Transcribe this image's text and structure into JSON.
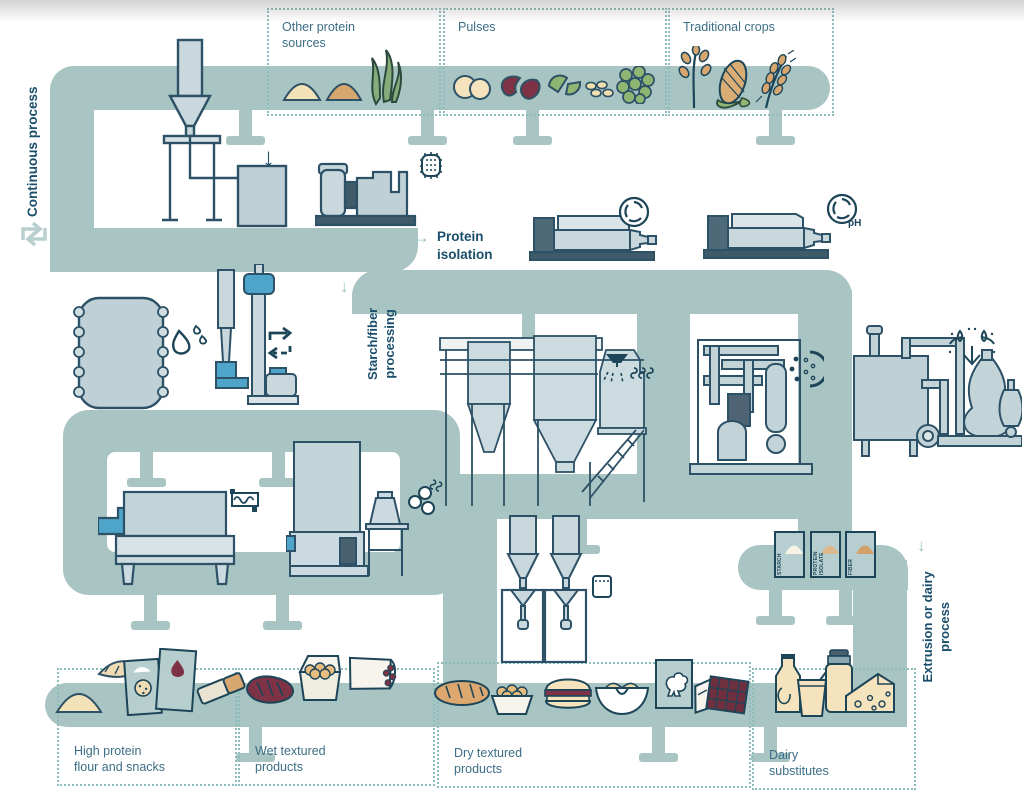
{
  "colors": {
    "belt": "#a8c5c3",
    "navy": "#2d5166",
    "process_navy": "#1a4e6b",
    "label_blue": "#3c6e86",
    "accent_blue": "#4fa5c9",
    "pale_arrow": "#9cc4c4",
    "cream": "#f3e2b8",
    "tan": "#d8a76f",
    "dark_red": "#7d3246",
    "green": "#8fb573",
    "dark_green": "#3e6b51"
  },
  "process_labels": {
    "continuous": "Continuous process",
    "protein_isolation": "Protein\nisolation",
    "starch_fiber": "Starch/fiber\nprocessing",
    "extrusion_dairy": "Extrusion or dairy\nprocess",
    "right_arrow": "→",
    "down_arrow": "↓",
    "ph": "pH"
  },
  "top_categories": [
    {
      "label": "Other protein\nsources",
      "icons": [
        "light-powder",
        "dark-powder",
        "seaweed"
      ]
    },
    {
      "label": "Pulses",
      "icons": [
        "chickpeas",
        "kidney-beans",
        "split-peas",
        "lentils",
        "green-peas"
      ]
    },
    {
      "label": "Traditional crops",
      "icons": [
        "grain-sprig",
        "corn-cob",
        "wheat-ear"
      ]
    }
  ],
  "bottom_categories": [
    {
      "label": "High protein\nflour and snacks",
      "icons": [
        "flour-pile",
        "pastry",
        "cookie-package",
        "powder-package",
        "snack-bar"
      ]
    },
    {
      "label": "Wet textured\nproducts",
      "icons": [
        "steak",
        "nugget-box",
        "wrap"
      ]
    },
    {
      "label": "Dry textured\nproducts",
      "icons": [
        "baguette",
        "nugget-basket",
        "burger",
        "chip-bowl",
        "chicken-package",
        "chocolate-bar"
      ]
    },
    {
      "label": "Dairy\nsubstitutes",
      "icons": [
        "milk-bottle",
        "yogurt-cup",
        "shaker-bottle",
        "cheese-wedge"
      ]
    }
  ],
  "product_boxes": [
    {
      "label": "STARCH"
    },
    {
      "label": "PROTEIN\nISOLATE"
    },
    {
      "label": "FIBER"
    }
  ],
  "machine_icons": [
    "sieve",
    "centrifuge-rotor",
    "centrifuge-rotor-ph",
    "water-drops",
    "recycle-arrows",
    "spray-nozzle-heat",
    "membrane-particles",
    "aroma-spray",
    "extruder-screw",
    "molecules-heat",
    "sifter-bag",
    "down-arrow",
    "loop-arrows"
  ]
}
